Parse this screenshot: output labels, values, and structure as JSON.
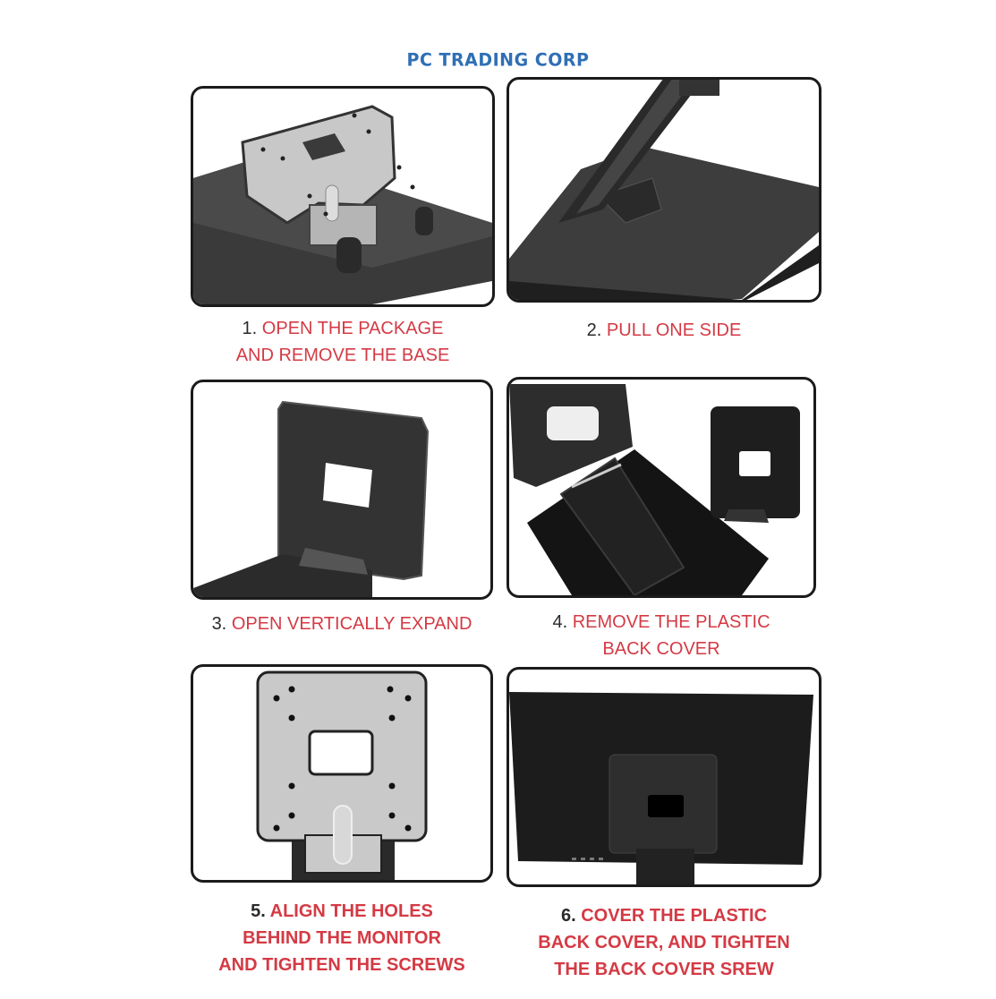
{
  "header": {
    "brand": "PC TRADING CORP",
    "brand_color": "#2f6fb5"
  },
  "caption_color": "#d43a44",
  "steps": [
    {
      "number": "1.",
      "lines": [
        "OPEN THE PACKAGE",
        "AND REMOVE THE BASE"
      ],
      "image": "stand-base-folded-with-vesa-plate"
    },
    {
      "number": "2.",
      "lines": [
        "PULL ONE SIDE"
      ],
      "image": "stand-arm-raised-from-base"
    },
    {
      "number": "3.",
      "lines": [
        "OPEN VERTICALLY EXPAND"
      ],
      "image": "stand-plate-upright-with-cover"
    },
    {
      "number": "4.",
      "lines": [
        "REMOVE THE PLASTIC",
        "BACK COVER"
      ],
      "image": "stand-with-cover-removed"
    },
    {
      "number": "5.",
      "lines": [
        "ALIGN THE HOLES",
        "BEHIND THE MONITOR",
        "AND TIGHTEN THE SCREWS"
      ],
      "image": "vesa-plate-front-view"
    },
    {
      "number": "6.",
      "lines": [
        "COVER THE PLASTIC",
        "BACK COVER, AND TIGHTEN",
        "THE BACK COVER SREW"
      ],
      "image": "monitor-back-with-stand"
    }
  ]
}
